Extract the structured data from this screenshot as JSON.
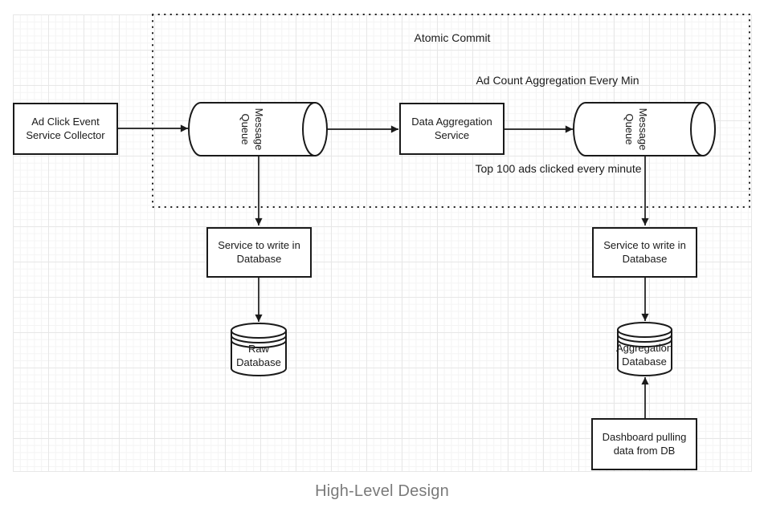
{
  "caption": "High-Level Design",
  "labels": {
    "atomic_commit": "Atomic Commit",
    "ad_count_aggregation": "Ad Count Aggregation Every Min",
    "top_100": "Top 100 ads clicked every minute"
  },
  "nodes": {
    "collector": "Ad Click Event\nService Collector",
    "message_queue_1": "Message\nQueue",
    "data_aggregation_service": "Data Aggregation\nService",
    "message_queue_2": "Message\nQueue",
    "service_write_db_1": "Service to write in\nDatabase",
    "service_write_db_2": "Service to write in\nDatabase",
    "raw_database": "Raw\nDatabase",
    "aggregation_database": "Aggregation\nDatabase",
    "dashboard": "Dashboard pulling\ndata from DB"
  },
  "colors": {
    "stroke": "#1a1a1a",
    "caption_gray": "#7a7a7a"
  }
}
